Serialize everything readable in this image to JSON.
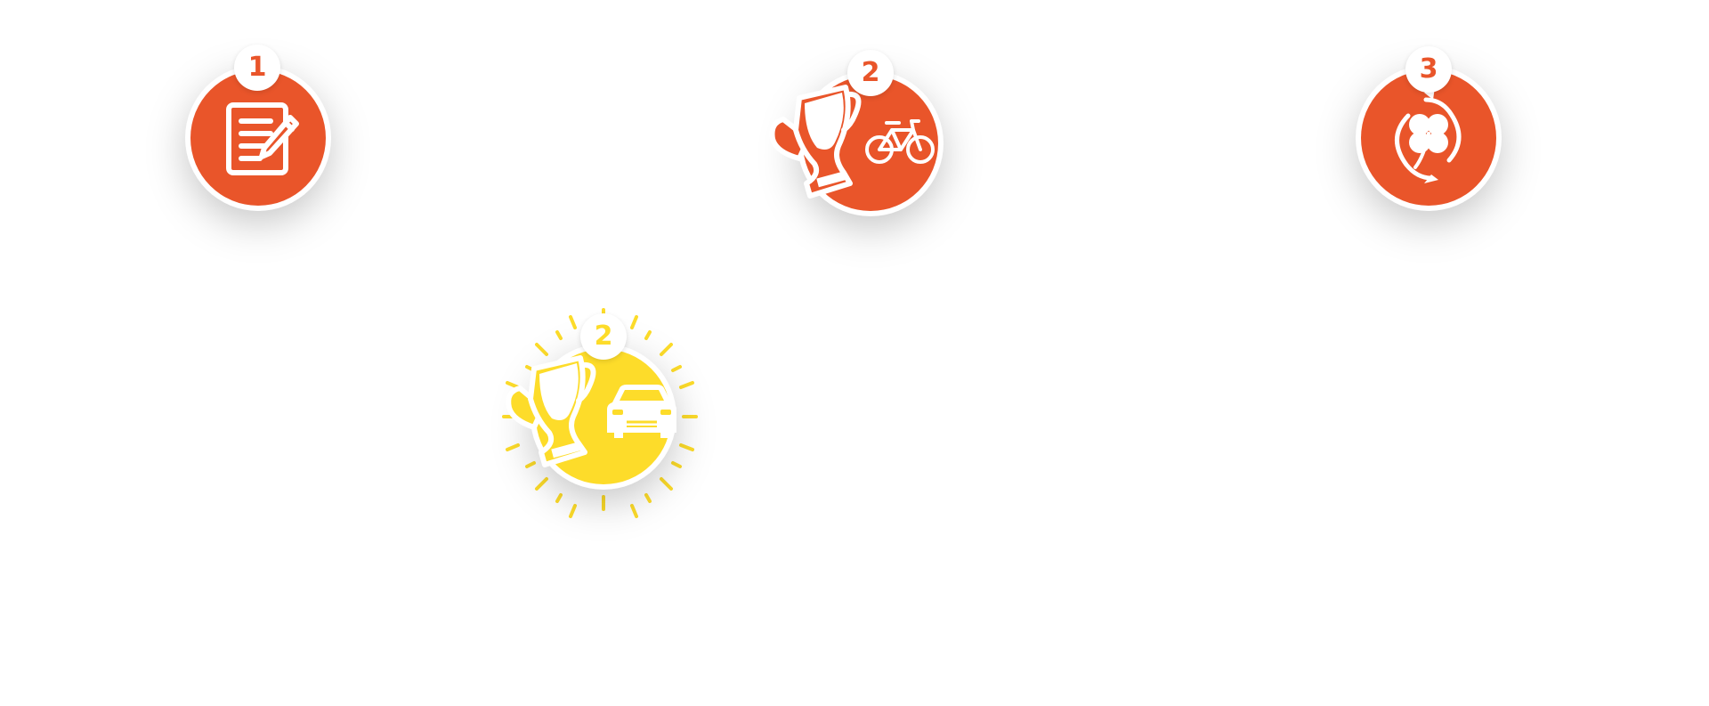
{
  "colors": {
    "orange": "#E9552A",
    "yellow": "#FDDC2A",
    "white": "#FFFFFF"
  },
  "steps": [
    {
      "number": "1",
      "icon": "document-pencil-icon",
      "color": "orange"
    },
    {
      "number": "2",
      "icon": "trophy-bicycle-icon",
      "color": "orange"
    },
    {
      "number": "3",
      "icon": "clover-cycle-icon",
      "color": "orange"
    },
    {
      "number": "2",
      "icon": "trophy-car-icon",
      "color": "yellow",
      "state": "highlighted"
    }
  ]
}
